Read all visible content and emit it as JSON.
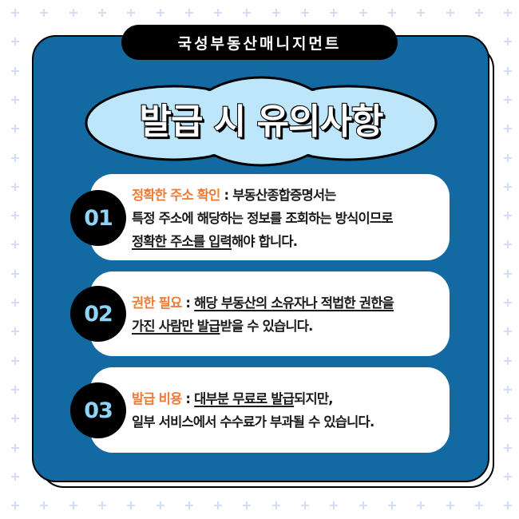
{
  "brand": "국성부동산매니지먼트",
  "title": "발급 시 유의사항",
  "colors": {
    "background": "#ffffff",
    "card_blue": "#136aa2",
    "cloud_fill": "#bde6fb",
    "badge_number": "#8fd3f7",
    "highlight_orange": "#ef7b36",
    "plus_pattern": "#d3ddf5"
  },
  "items": [
    {
      "number": "01",
      "heading": "정확한 주소 확인",
      "separator": " : ",
      "line1_rest": "부동산종합증명서는",
      "line2": "특정 주소에 해당하는 정보를 조회하는 방식이므로",
      "line3_underlined": "정확한 주소를 입력",
      "line3_rest": "해야 합니다."
    },
    {
      "number": "02",
      "heading": "권한 필요",
      "separator": " : ",
      "line1_underlined": "해당 부동산의 소유자나 적법한 권한을",
      "line2_underlined": "가진 사람만 발급",
      "line2_rest": "받을 수 있습니다."
    },
    {
      "number": "03",
      "heading": "발급 비용",
      "separator": " : ",
      "line1_underlined": "대부분 무료로 발급",
      "line1_rest": "되지만,",
      "line2": "일부 서비스에서 수수료가 부과될 수 있습니다."
    }
  ]
}
